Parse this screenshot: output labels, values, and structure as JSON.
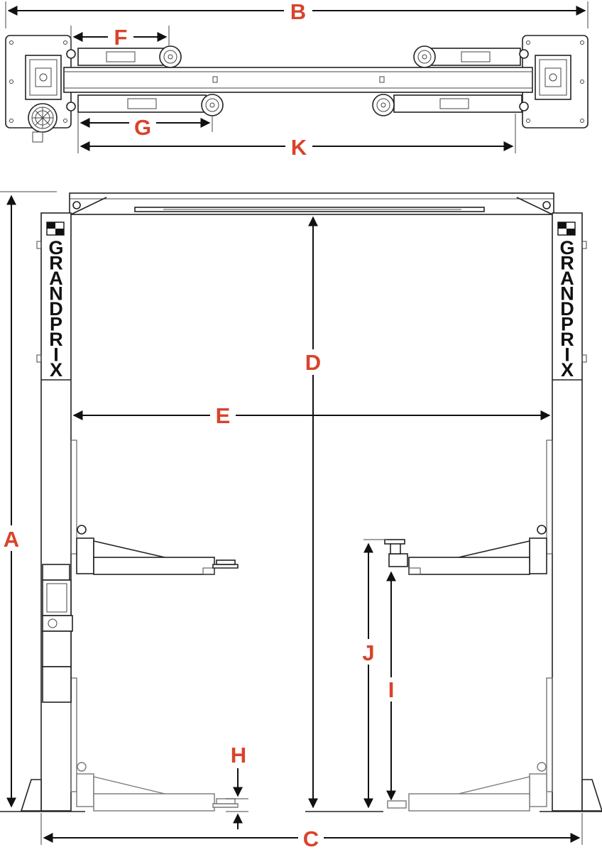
{
  "brand": {
    "letters": [
      "G",
      "R",
      "A",
      "N",
      "D",
      "P",
      "R",
      "I",
      "X"
    ]
  },
  "dimensions": {
    "A": "A",
    "B": "B",
    "C": "C",
    "D": "D",
    "E": "E",
    "F": "F",
    "G": "G",
    "H": "H",
    "I": "I",
    "J": "J",
    "K": "K"
  },
  "colors": {
    "label": "#d9432b",
    "line": "#222222"
  }
}
